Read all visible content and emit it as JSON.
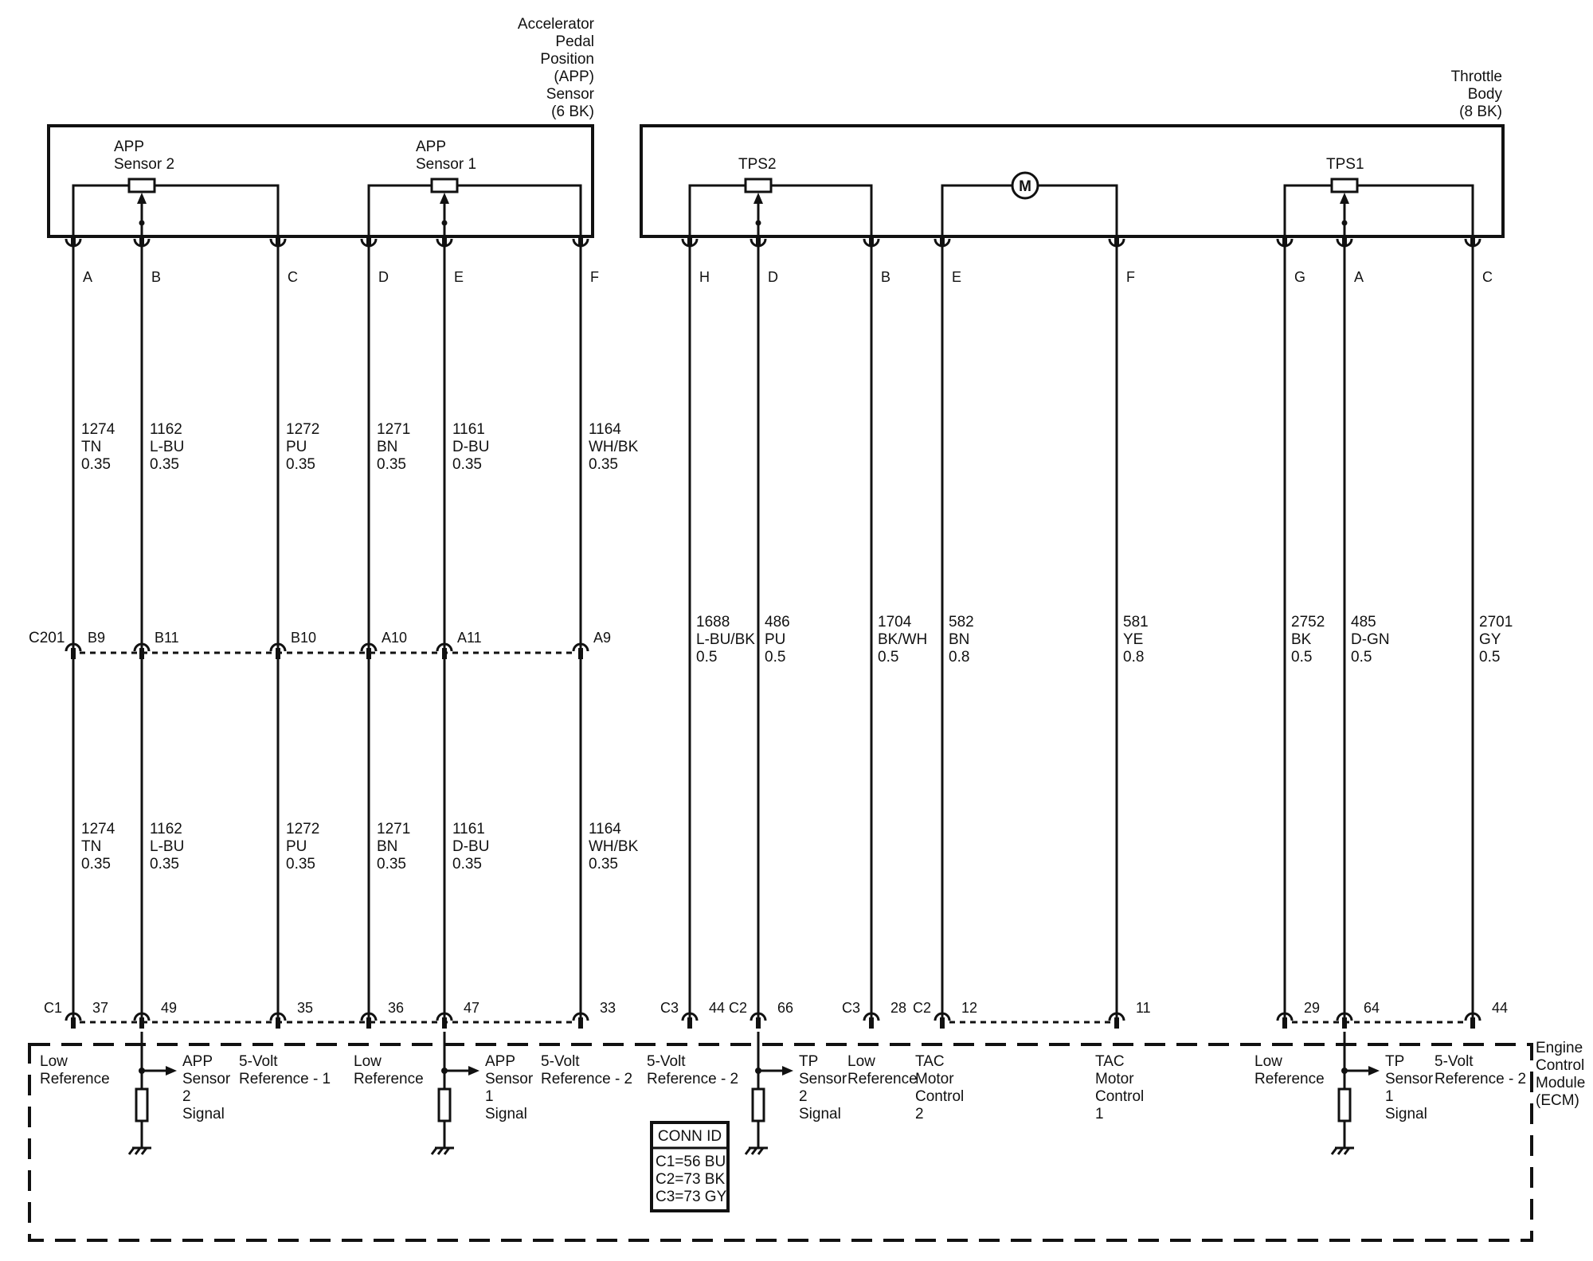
{
  "components": {
    "app_sensor": {
      "title_lines": [
        "Accelerator",
        "Pedal",
        "Position",
        "(APP)",
        "Sensor",
        "(6 BK)"
      ]
    },
    "app_sensor_2": {
      "label_lines": [
        "APP",
        "Sensor 2"
      ]
    },
    "app_sensor_1": {
      "label_lines": [
        "APP",
        "Sensor 1"
      ]
    },
    "throttle_body": {
      "title_lines": [
        "Throttle",
        "Body",
        "(8 BK)"
      ]
    },
    "tps2": {
      "label": "TPS2"
    },
    "tps1": {
      "label": "TPS1"
    },
    "motor": {
      "label": "M"
    },
    "ecm": {
      "title_lines": [
        "Engine",
        "Control",
        "Module",
        "(ECM)"
      ]
    }
  },
  "c201": {
    "label": "C201"
  },
  "conn_id": {
    "title": "CONN ID",
    "lines": [
      "C1=56 BU",
      "C2=73 BK",
      "C3=73 GY"
    ]
  },
  "circuits": [
    {
      "comp_pin": "A",
      "c201_pin": "B9",
      "ecm_conn": "C1",
      "ecm_pin": "37",
      "upper_wire": [
        "1274",
        "TN",
        "0.35"
      ],
      "lower_wire": [
        "1274",
        "TN",
        "0.35"
      ],
      "ecm_label": [
        "Low",
        "Reference"
      ]
    },
    {
      "comp_pin": "B",
      "c201_pin": "B11",
      "ecm_conn": "",
      "ecm_pin": "49",
      "upper_wire": [
        "1162",
        "L-BU",
        "0.35"
      ],
      "lower_wire": [
        "1162",
        "L-BU",
        "0.35"
      ],
      "ecm_label": [
        "APP",
        "Sensor",
        "2",
        "Signal"
      ]
    },
    {
      "comp_pin": "C",
      "c201_pin": "B10",
      "ecm_conn": "",
      "ecm_pin": "35",
      "upper_wire": [
        "1272",
        "PU",
        "0.35"
      ],
      "lower_wire": [
        "1272",
        "PU",
        "0.35"
      ],
      "ecm_label": [
        "5-Volt",
        "Reference - 1"
      ]
    },
    {
      "comp_pin": "D",
      "c201_pin": "A10",
      "ecm_conn": "",
      "ecm_pin": "36",
      "upper_wire": [
        "1271",
        "BN",
        "0.35"
      ],
      "lower_wire": [
        "1271",
        "BN",
        "0.35"
      ],
      "ecm_label": [
        "Low",
        "Reference"
      ]
    },
    {
      "comp_pin": "E",
      "c201_pin": "A11",
      "ecm_conn": "",
      "ecm_pin": "47",
      "upper_wire": [
        "1161",
        "D-BU",
        "0.35"
      ],
      "lower_wire": [
        "1161",
        "D-BU",
        "0.35"
      ],
      "ecm_label": [
        "APP",
        "Sensor",
        "1",
        "Signal"
      ]
    },
    {
      "comp_pin": "F",
      "c201_pin": "A9",
      "ecm_conn": "",
      "ecm_pin": "33",
      "upper_wire": [
        "1164",
        "WH/BK",
        "0.35"
      ],
      "lower_wire": [
        "1164",
        "WH/BK",
        "0.35"
      ],
      "ecm_label": [
        "5-Volt",
        "Reference - 2"
      ]
    },
    {
      "comp_pin": "H",
      "c201_pin": "",
      "ecm_conn": "C3",
      "ecm_pin": "44",
      "upper_wire": [],
      "lower_wire": [
        "1688",
        "L-BU/BK",
        "0.5"
      ],
      "ecm_label": [
        "5-Volt",
        "Reference - 2"
      ]
    },
    {
      "comp_pin": "D",
      "c201_pin": "",
      "ecm_conn": "C2",
      "ecm_pin": "66",
      "upper_wire": [],
      "lower_wire": [
        "486",
        "PU",
        "0.5"
      ],
      "ecm_label": [
        "TP",
        "Sensor",
        "2",
        "Signal"
      ]
    },
    {
      "comp_pin": "B",
      "c201_pin": "",
      "ecm_conn": "C3",
      "ecm_pin": "28",
      "upper_wire": [],
      "lower_wire": [
        "1704",
        "BK/WH",
        "0.5"
      ],
      "ecm_label": [
        "Low",
        "Reference"
      ]
    },
    {
      "comp_pin": "E",
      "c201_pin": "",
      "ecm_conn": "C2",
      "ecm_pin": "12",
      "upper_wire": [],
      "lower_wire": [
        "582",
        "BN",
        "0.8"
      ],
      "ecm_label": [
        "TAC",
        "Motor",
        "Control",
        "2"
      ]
    },
    {
      "comp_pin": "F",
      "c201_pin": "",
      "ecm_conn": "",
      "ecm_pin": "11",
      "upper_wire": [],
      "lower_wire": [
        "581",
        "YE",
        "0.8"
      ],
      "ecm_label": [
        "TAC",
        "Motor",
        "Control",
        "1"
      ]
    },
    {
      "comp_pin": "G",
      "c201_pin": "",
      "ecm_conn": "",
      "ecm_pin": "29",
      "upper_wire": [],
      "lower_wire": [
        "2752",
        "BK",
        "0.5"
      ],
      "ecm_label": [
        "Low",
        "Reference"
      ]
    },
    {
      "comp_pin": "A",
      "c201_pin": "",
      "ecm_conn": "",
      "ecm_pin": "64",
      "upper_wire": [],
      "lower_wire": [
        "485",
        "D-GN",
        "0.5"
      ],
      "ecm_label": [
        "TP",
        "Sensor",
        "1",
        "Signal"
      ]
    },
    {
      "comp_pin": "C",
      "c201_pin": "",
      "ecm_conn": "",
      "ecm_pin": "44",
      "upper_wire": [],
      "lower_wire": [
        "2701",
        "GY",
        "0.5"
      ],
      "ecm_label": [
        "5-Volt",
        "Reference - 2"
      ]
    }
  ]
}
